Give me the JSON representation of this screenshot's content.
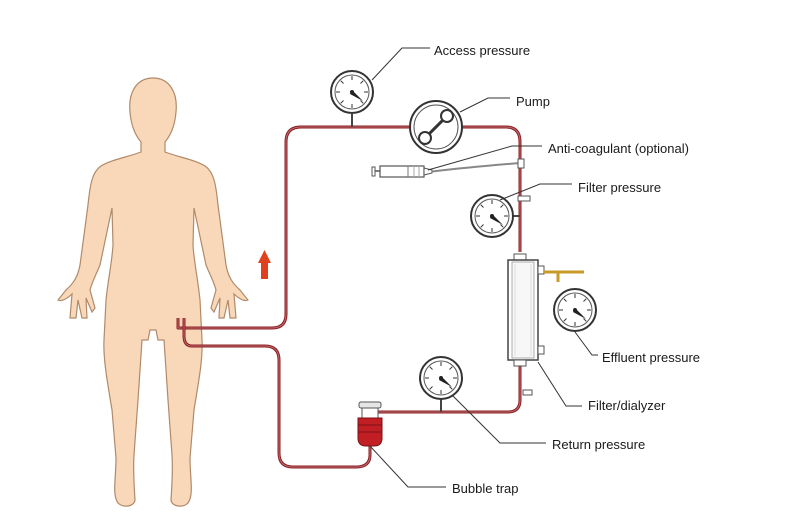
{
  "labels": {
    "access_pressure": "Access pressure",
    "pump": "Pump",
    "anticoagulant": "Anti-coagulant (optional)",
    "filter_pressure": "Filter pressure",
    "effluent_pressure": "Effluent pressure",
    "filter_dialyzer": "Filter/dialyzer",
    "return_pressure": "Return pressure",
    "bubble_trap": "Bubble trap"
  },
  "colors": {
    "tubing": "#8f1d22",
    "body_fill": "#f8d8b8",
    "body_stroke": "#b08a6a",
    "arrow": "#e0401c",
    "bubble_trap": "#c21f25",
    "outline": "#333333"
  },
  "icons": [
    "human-body-figure",
    "pressure-gauge-icon",
    "pump-icon",
    "syringe-icon",
    "filter-cartridge-icon",
    "bubble-trap-icon",
    "flow-arrow-icon"
  ]
}
